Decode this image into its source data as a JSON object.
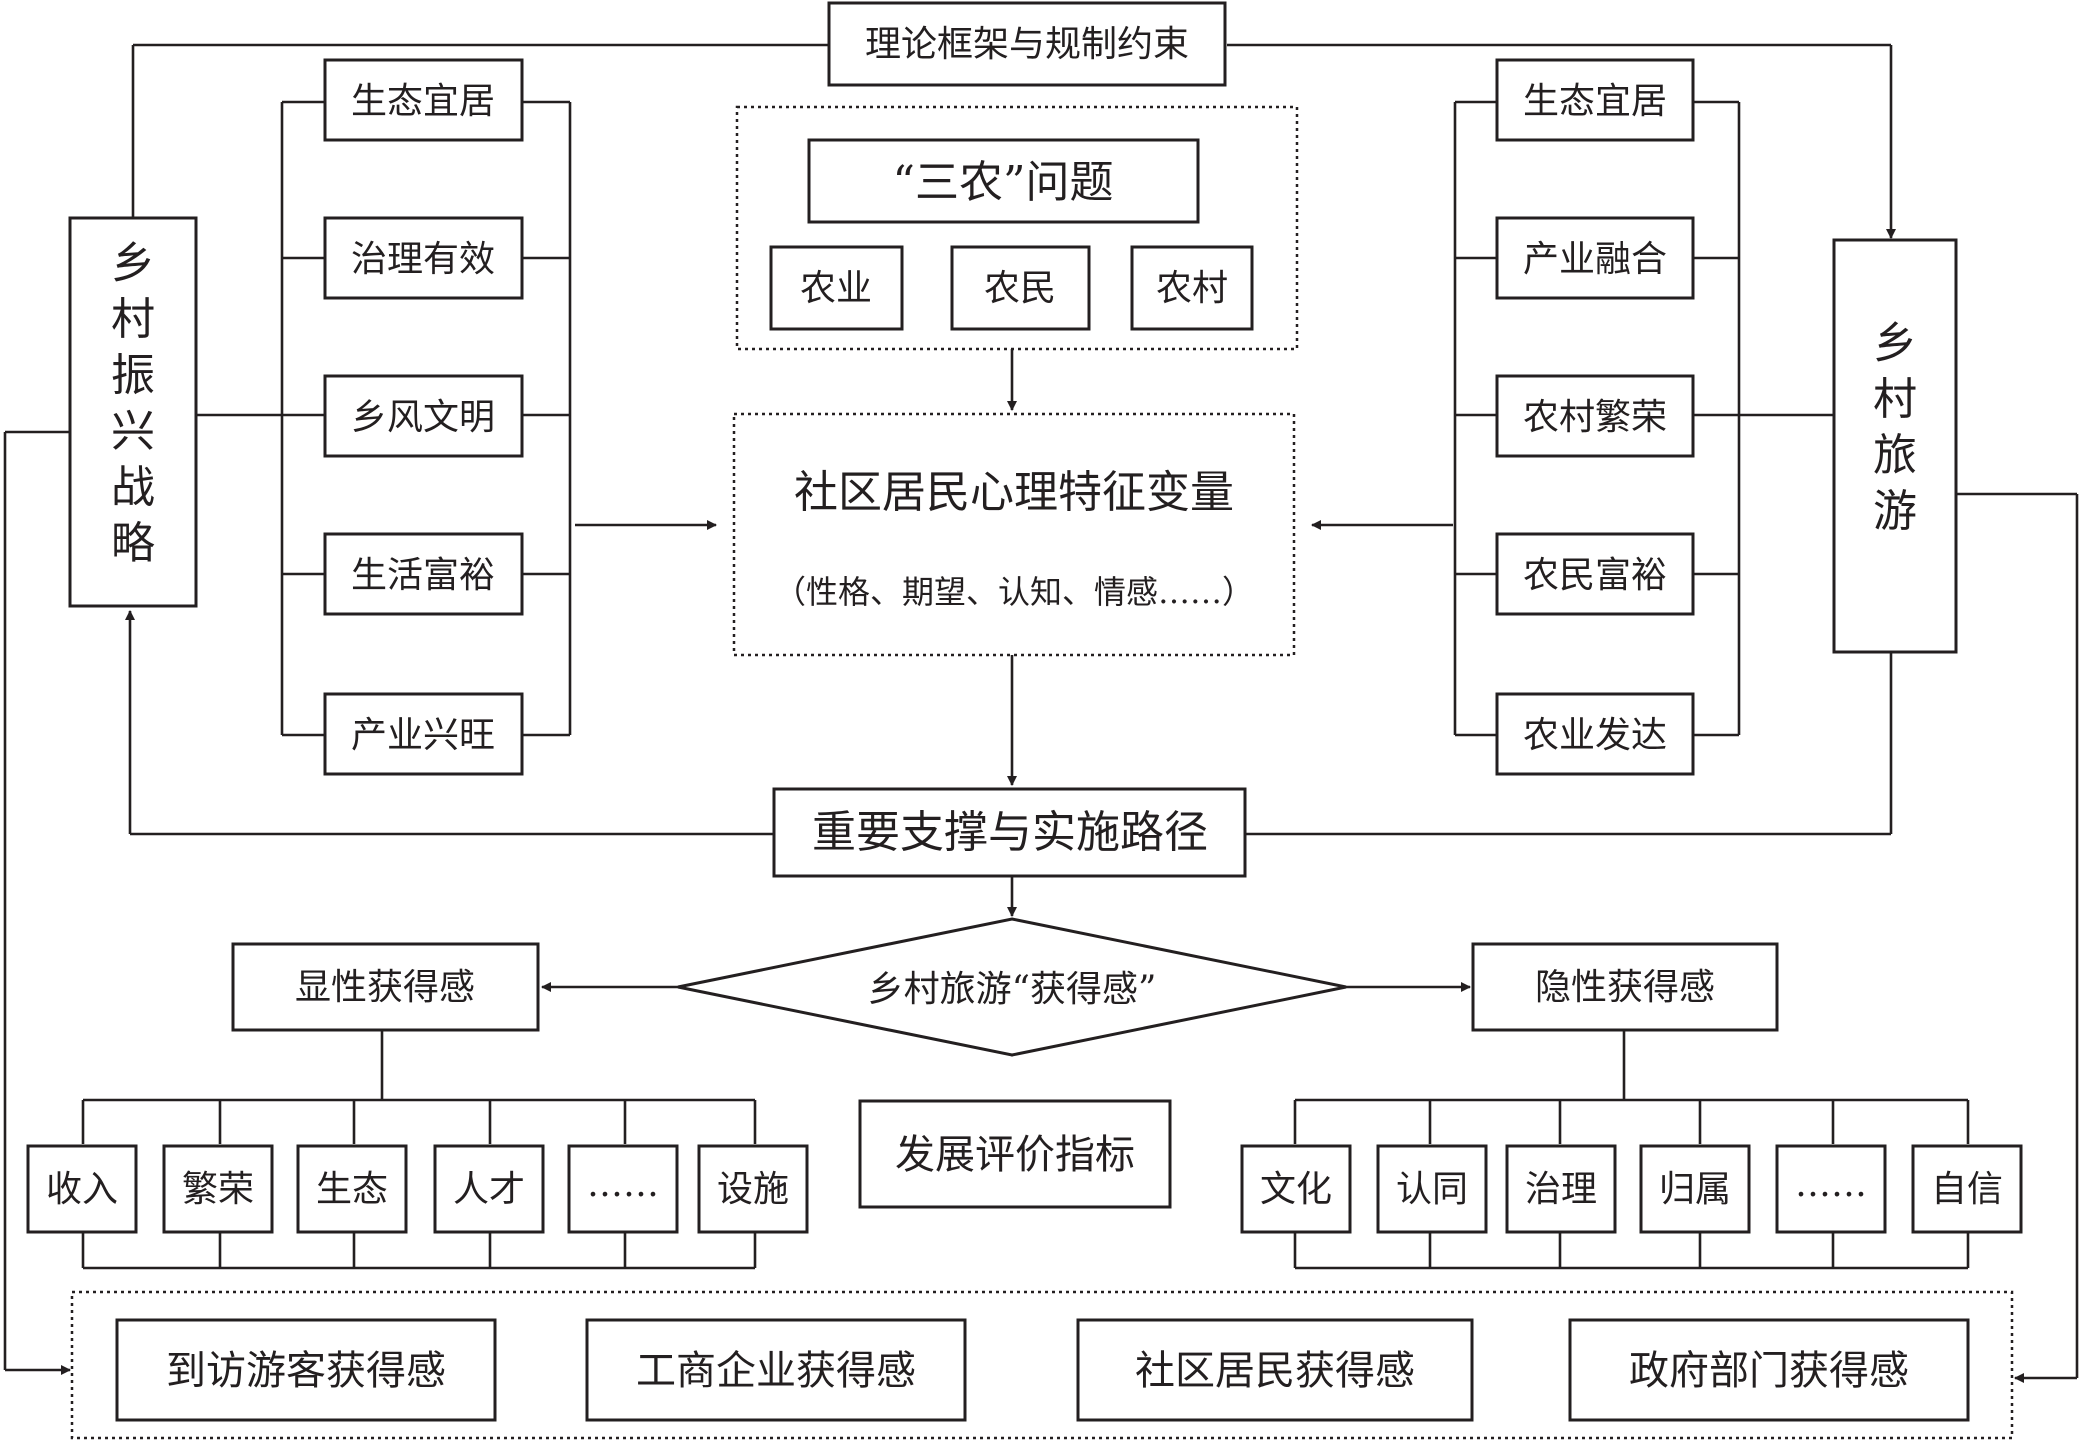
{
  "top_constraint": "理论框架与规制约束",
  "left_pillar": {
    "label": "乡村振兴战略",
    "chars": [
      "乡",
      "村",
      "振",
      "兴",
      "战",
      "略"
    ]
  },
  "right_pillar": {
    "label": "乡村旅游",
    "chars": [
      "乡",
      "村",
      "旅",
      "游"
    ]
  },
  "left_goals": [
    "生态宜居",
    "治理有效",
    "乡风文明",
    "生活富裕",
    "产业兴旺"
  ],
  "right_goals": [
    "生态宜居",
    "产业融合",
    "农村繁荣",
    "农民富裕",
    "农业发达"
  ],
  "sannong": {
    "title": "“三农”问题",
    "items": [
      "农业",
      "农民",
      "农村"
    ]
  },
  "psych": {
    "title": "社区居民心理特征变量",
    "subtitle": "（性格、期望、认知、情感……）"
  },
  "support": "重要支撑与实施路径",
  "gain_diamond": "乡村旅游“获得感”",
  "explicit": {
    "label": "显性获得感",
    "items": [
      "收入",
      "繁荣",
      "生态",
      "人才",
      "……",
      "设施"
    ]
  },
  "implicit": {
    "label": "隐性获得感",
    "items": [
      "文化",
      "认同",
      "治理",
      "归属",
      "……",
      "自信"
    ]
  },
  "evaluation": "发展评价指标",
  "stakeholders": [
    "到访游客获得感",
    "工商企业获得感",
    "社区居民获得感",
    "政府部门获得感"
  ]
}
